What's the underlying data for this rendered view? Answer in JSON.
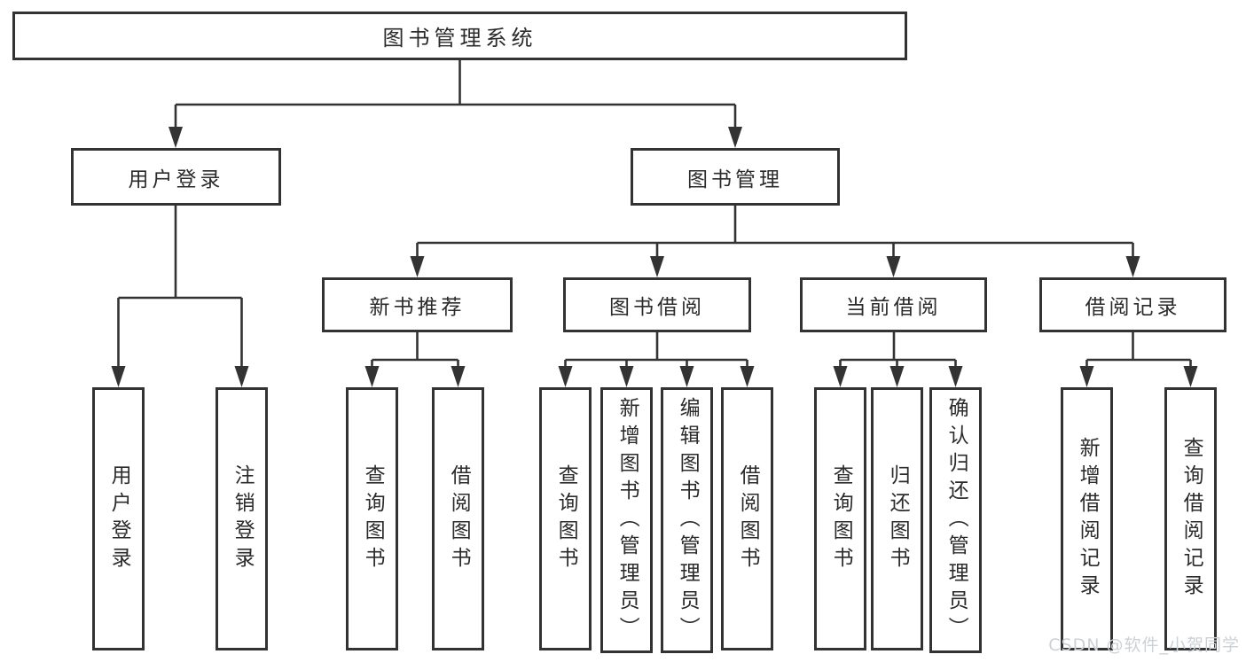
{
  "tree": {
    "label": "图书管理系统",
    "children": [
      {
        "label": "用户登录",
        "children": [
          {
            "label": "用户登录"
          },
          {
            "label": "注销登录"
          }
        ]
      },
      {
        "label": "图书管理",
        "children": [
          {
            "label": "新书推荐",
            "children": [
              {
                "label": "查询图书"
              },
              {
                "label": "借阅图书"
              }
            ]
          },
          {
            "label": "图书借阅",
            "children": [
              {
                "label": "查询图书"
              },
              {
                "label": "新增图书（管理员）"
              },
              {
                "label": "编辑图书（管理员）"
              },
              {
                "label": "借阅图书"
              }
            ]
          },
          {
            "label": "当前借阅",
            "children": [
              {
                "label": "查询图书"
              },
              {
                "label": "归还图书"
              },
              {
                "label": "确认归还（管理员）"
              }
            ]
          },
          {
            "label": "借阅记录",
            "children": [
              {
                "label": "新增借阅记录"
              },
              {
                "label": "查询借阅记录"
              }
            ]
          }
        ]
      }
    ]
  },
  "watermark": {
    "text": "CSDN @软件_小贺同学"
  },
  "colors": {
    "line": "#333333",
    "border": "#333333",
    "text": "#2b2b2b",
    "box_background": "#ffffff",
    "watermark": "#ccd1d6"
  }
}
